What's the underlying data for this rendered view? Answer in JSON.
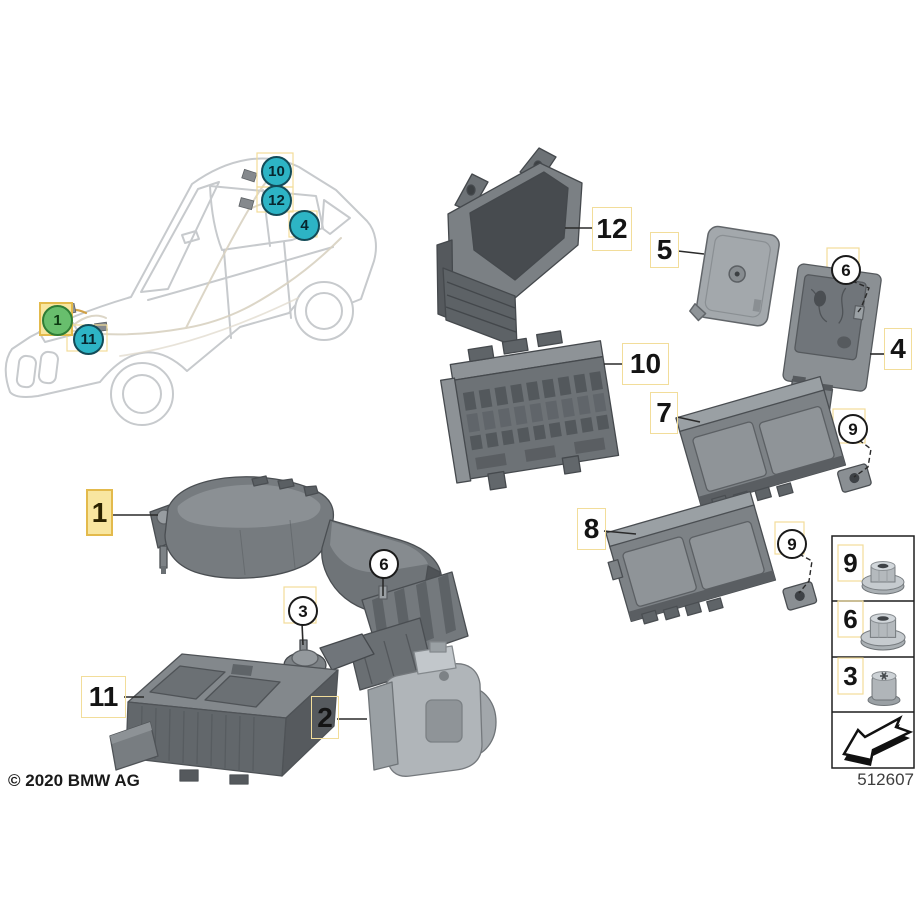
{
  "diagram": {
    "copyright": "© 2020 BMW AG",
    "drawing_number": "512607"
  },
  "car_overview": {
    "markers": [
      {
        "id": "1",
        "label": "1",
        "color": "green",
        "highlighted": true
      },
      {
        "id": "11",
        "label": "11",
        "color": "teal"
      },
      {
        "id": "10",
        "label": "10",
        "color": "teal"
      },
      {
        "id": "12",
        "label": "12",
        "color": "teal"
      },
      {
        "id": "4",
        "label": "4",
        "color": "teal"
      }
    ]
  },
  "callouts": {
    "box_labels": [
      {
        "id": "1",
        "label": "1",
        "highlighted": true
      },
      {
        "id": "2",
        "label": "2"
      },
      {
        "id": "4",
        "label": "4"
      },
      {
        "id": "5",
        "label": "5"
      },
      {
        "id": "7",
        "label": "7"
      },
      {
        "id": "8",
        "label": "8"
      },
      {
        "id": "10",
        "label": "10"
      },
      {
        "id": "11",
        "label": "11"
      },
      {
        "id": "12",
        "label": "12"
      }
    ],
    "circle_labels": [
      {
        "id": "3",
        "label": "3"
      },
      {
        "id": "6-lower",
        "label": "6"
      },
      {
        "id": "6-upper",
        "label": "6"
      },
      {
        "id": "9-upper",
        "label": "9"
      },
      {
        "id": "9-lower",
        "label": "9"
      }
    ]
  },
  "legend": {
    "rows": [
      {
        "label": "9",
        "icon": "flange-nut-icon"
      },
      {
        "label": "6",
        "icon": "flange-nut-icon"
      },
      {
        "label": "3",
        "icon": "screw-plug-icon"
      }
    ],
    "direction_arrow_icon": "direction-arrow-icon"
  },
  "palette": {
    "marker_teal": "#2db4c5",
    "marker_green": "#68be6d",
    "highlight_fill": "#f8e6a0",
    "highlight_border": "#e3ba4c",
    "label_frame_border": "#f2dd9a",
    "part_grey": "#757a7e",
    "line_color": "#2a2a2a"
  }
}
